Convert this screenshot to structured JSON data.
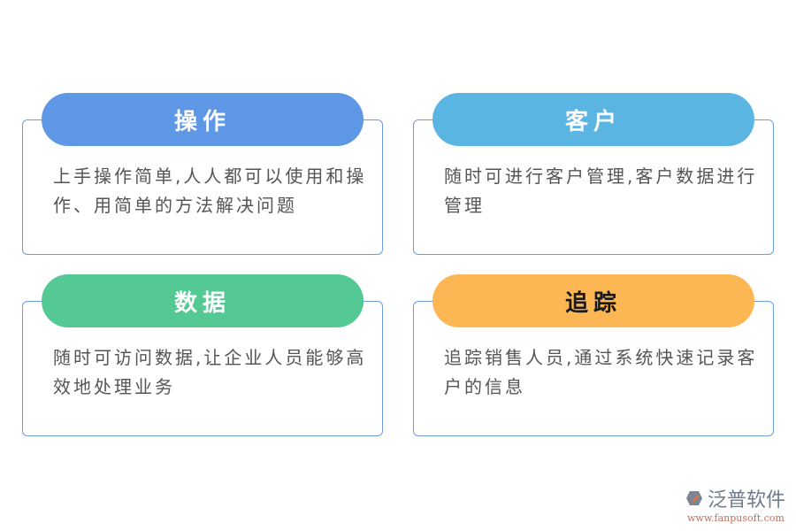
{
  "cards": [
    {
      "title": "操作",
      "description": "上手操作简单,人人都可以使用和操作、用简单的方法解决问题",
      "color": "#5e97e6",
      "title_color": "#ffffff"
    },
    {
      "title": "客户",
      "description": "随时可进行客户管理,客户数据进行管理",
      "color": "#5ab5e3",
      "title_color": "#ffffff"
    },
    {
      "title": "数据",
      "description": "随时可访问数据,让企业人员能够高效地处理业务",
      "color": "#55c993",
      "title_color": "#ffffff"
    },
    {
      "title": "追踪",
      "description": "追踪销售人员,通过系统快速记录客户的信息",
      "color": "#fcb653",
      "title_color": "#1a1a1a"
    }
  ],
  "logo": {
    "name": "泛普软件",
    "url": "www.fanpusoft.com"
  }
}
